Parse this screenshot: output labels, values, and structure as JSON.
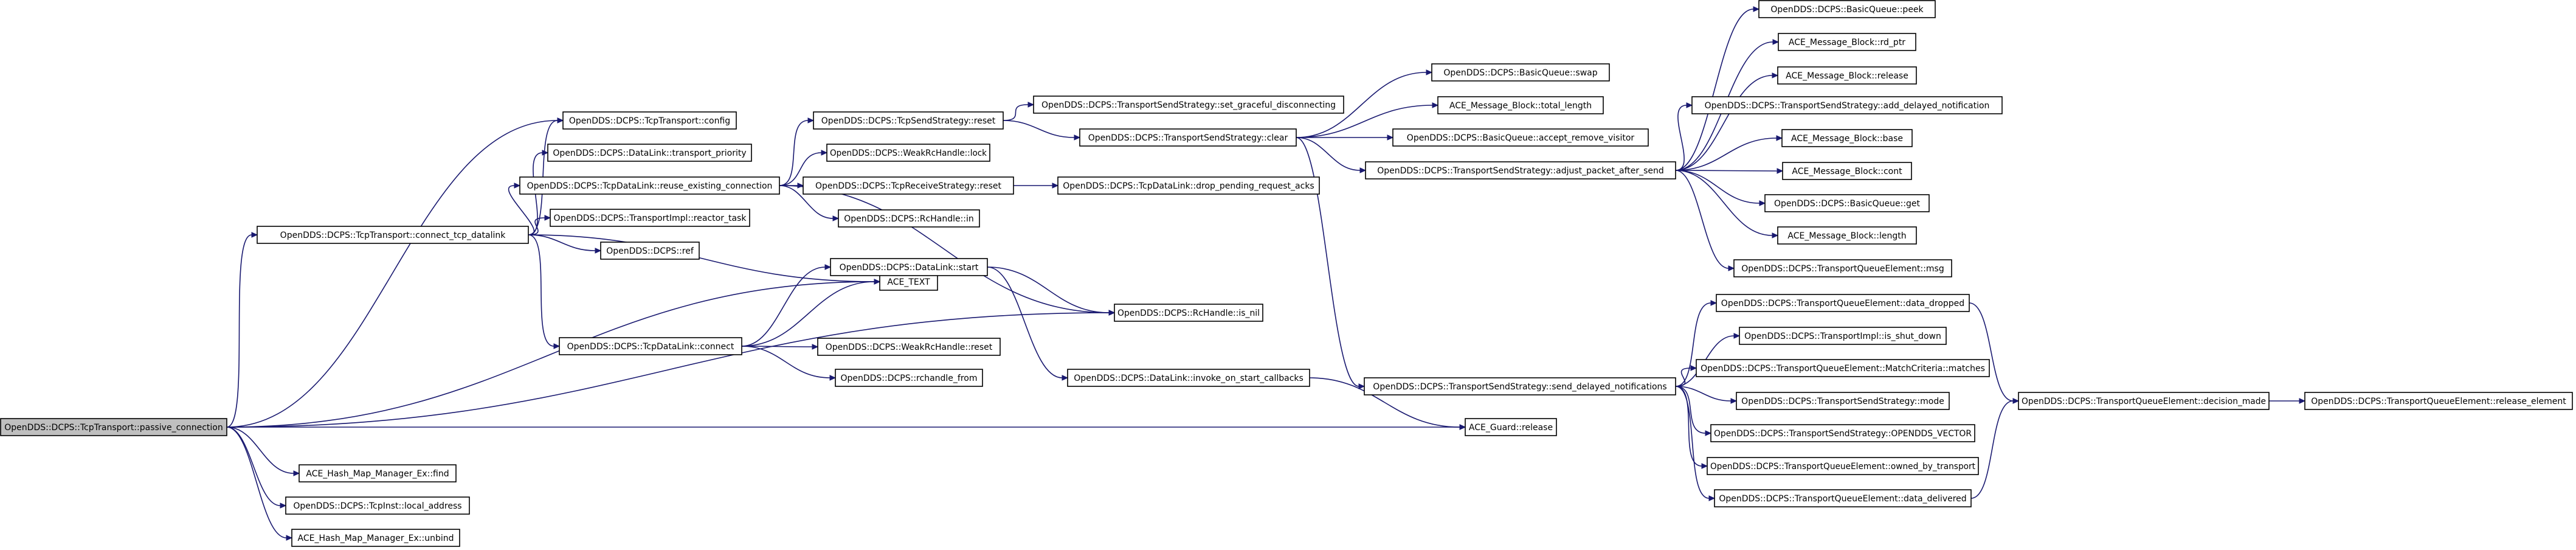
{
  "diagram": {
    "root": "OpenDDS::DCPS::TcpTransport::passive_connection",
    "nodes": {
      "passive_connection": "OpenDDS::DCPS::TcpTransport::passive_connection",
      "ace_text": "ACE_TEXT",
      "ace_guard_release": "ACE_Guard::release",
      "hash_find": "ACE_Hash_Map_Manager_Ex::find",
      "tcpinst_local_address": "OpenDDS::DCPS::TcpInst::local_address",
      "hash_unbind": "ACE_Hash_Map_Manager_Ex::unbind",
      "connect_tcp_datalink": "OpenDDS::DCPS::TcpTransport::connect_tcp_datalink",
      "tcptransport_config": "OpenDDS::DCPS::TcpTransport::config",
      "transport_priority": "OpenDDS::DCPS::DataLink::transport_priority",
      "reuse_existing_connection": "OpenDDS::DCPS::TcpDataLink::reuse_existing_connection",
      "reactor_task": "OpenDDS::DCPS::TransportImpl::reactor_task",
      "dcps_ref": "OpenDDS::DCPS::ref",
      "tcpdatalink_connect": "OpenDDS::DCPS::TcpDataLink::connect",
      "tcpsendstrategy_reset": "OpenDDS::DCPS::TcpSendStrategy::reset",
      "weak_lock": "OpenDDS::DCPS::WeakRcHandle::lock",
      "tcpreceivestrategy_reset": "OpenDDS::DCPS::TcpReceiveStrategy::reset",
      "rchandle_in": "OpenDDS::DCPS::RcHandle::in",
      "datalink_start": "OpenDDS::DCPS::DataLink::start",
      "weak_reset": "OpenDDS::DCPS::WeakRcHandle::reset",
      "rchandle_from": "OpenDDS::DCPS::rchandle_from",
      "set_graceful_disconnecting": "OpenDDS::DCPS::TransportSendStrategy::set_graceful_disconnecting",
      "tss_clear": "OpenDDS::DCPS::TransportSendStrategy::clear",
      "drop_pending_request_acks": "OpenDDS::DCPS::TcpDataLink::drop_pending_request_acks",
      "rchandle_is_nil": "OpenDDS::DCPS::RcHandle::is_nil",
      "invoke_on_start_callbacks": "OpenDDS::DCPS::DataLink::invoke_on_start_callbacks",
      "basicqueue_swap": "OpenDDS::DCPS::BasicQueue::swap",
      "total_length": "ACE_Message_Block::total_length",
      "accept_remove_visitor": "OpenDDS::DCPS::BasicQueue::accept_remove_visitor",
      "adjust_packet_after_send": "OpenDDS::DCPS::TransportSendStrategy::adjust_packet_after_send",
      "send_delayed_notifications": "OpenDDS::DCPS::TransportSendStrategy::send_delayed_notifications",
      "basicqueue_peek": "OpenDDS::DCPS::BasicQueue::peek",
      "mb_rd_ptr": "ACE_Message_Block::rd_ptr",
      "mb_release": "ACE_Message_Block::release",
      "add_delayed_notification": "OpenDDS::DCPS::TransportSendStrategy::add_delayed_notification",
      "mb_base": "ACE_Message_Block::base",
      "mb_cont": "ACE_Message_Block::cont",
      "basicqueue_get": "OpenDDS::DCPS::BasicQueue::get",
      "mb_length": "ACE_Message_Block::length",
      "tqe_msg": "OpenDDS::DCPS::TransportQueueElement::msg",
      "tqe_data_dropped": "OpenDDS::DCPS::TransportQueueElement::data_dropped",
      "is_shut_down": "OpenDDS::DCPS::TransportImpl::is_shut_down",
      "matchcriteria_matches": "OpenDDS::DCPS::TransportQueueElement::MatchCriteria::matches",
      "tss_mode": "OpenDDS::DCPS::TransportSendStrategy::mode",
      "opendds_vector": "OpenDDS::DCPS::TransportSendStrategy::OPENDDS_VECTOR",
      "owned_by_transport": "OpenDDS::DCPS::TransportQueueElement::owned_by_transport",
      "tqe_data_delivered": "OpenDDS::DCPS::TransportQueueElement::data_delivered",
      "decision_made": "OpenDDS::DCPS::TransportQueueElement::decision_made",
      "release_element": "OpenDDS::DCPS::TransportQueueElement::release_element"
    },
    "edges": [
      [
        "passive_connection",
        "tcptransport_config"
      ],
      [
        "passive_connection",
        "connect_tcp_datalink"
      ],
      [
        "passive_connection",
        "ace_text"
      ],
      [
        "passive_connection",
        "rchandle_is_nil"
      ],
      [
        "passive_connection",
        "ace_guard_release"
      ],
      [
        "passive_connection",
        "hash_find"
      ],
      [
        "passive_connection",
        "tcpinst_local_address"
      ],
      [
        "passive_connection",
        "hash_unbind"
      ],
      [
        "connect_tcp_datalink",
        "tcptransport_config"
      ],
      [
        "connect_tcp_datalink",
        "transport_priority"
      ],
      [
        "connect_tcp_datalink",
        "reuse_existing_connection"
      ],
      [
        "connect_tcp_datalink",
        "reactor_task"
      ],
      [
        "connect_tcp_datalink",
        "dcps_ref"
      ],
      [
        "connect_tcp_datalink",
        "ace_text"
      ],
      [
        "connect_tcp_datalink",
        "tcpdatalink_connect"
      ],
      [
        "reuse_existing_connection",
        "tcpsendstrategy_reset"
      ],
      [
        "reuse_existing_connection",
        "weak_lock"
      ],
      [
        "reuse_existing_connection",
        "tcpreceivestrategy_reset"
      ],
      [
        "reuse_existing_connection",
        "rchandle_in"
      ],
      [
        "reuse_existing_connection",
        "rchandle_is_nil"
      ],
      [
        "tcpdatalink_connect",
        "ace_text"
      ],
      [
        "tcpdatalink_connect",
        "datalink_start"
      ],
      [
        "tcpdatalink_connect",
        "weak_reset"
      ],
      [
        "tcpdatalink_connect",
        "rchandle_from"
      ],
      [
        "tcpsendstrategy_reset",
        "set_graceful_disconnecting"
      ],
      [
        "tcpsendstrategy_reset",
        "tss_clear"
      ],
      [
        "tcpreceivestrategy_reset",
        "drop_pending_request_acks"
      ],
      [
        "datalink_start",
        "rchandle_is_nil"
      ],
      [
        "datalink_start",
        "invoke_on_start_callbacks"
      ],
      [
        "invoke_on_start_callbacks",
        "ace_guard_release"
      ],
      [
        "tss_clear",
        "basicqueue_swap"
      ],
      [
        "tss_clear",
        "total_length"
      ],
      [
        "tss_clear",
        "accept_remove_visitor"
      ],
      [
        "tss_clear",
        "adjust_packet_after_send"
      ],
      [
        "tss_clear",
        "send_delayed_notifications"
      ],
      [
        "adjust_packet_after_send",
        "basicqueue_peek"
      ],
      [
        "adjust_packet_after_send",
        "mb_rd_ptr"
      ],
      [
        "adjust_packet_after_send",
        "mb_release"
      ],
      [
        "adjust_packet_after_send",
        "add_delayed_notification"
      ],
      [
        "adjust_packet_after_send",
        "mb_base"
      ],
      [
        "adjust_packet_after_send",
        "mb_cont"
      ],
      [
        "adjust_packet_after_send",
        "basicqueue_get"
      ],
      [
        "adjust_packet_after_send",
        "mb_length"
      ],
      [
        "adjust_packet_after_send",
        "tqe_msg"
      ],
      [
        "send_delayed_notifications",
        "tqe_data_dropped"
      ],
      [
        "send_delayed_notifications",
        "is_shut_down"
      ],
      [
        "send_delayed_notifications",
        "matchcriteria_matches"
      ],
      [
        "send_delayed_notifications",
        "tss_mode"
      ],
      [
        "send_delayed_notifications",
        "opendds_vector"
      ],
      [
        "send_delayed_notifications",
        "owned_by_transport"
      ],
      [
        "send_delayed_notifications",
        "tqe_data_delivered"
      ],
      [
        "tqe_data_dropped",
        "decision_made"
      ],
      [
        "tqe_data_delivered",
        "decision_made"
      ],
      [
        "decision_made",
        "release_element"
      ]
    ]
  }
}
